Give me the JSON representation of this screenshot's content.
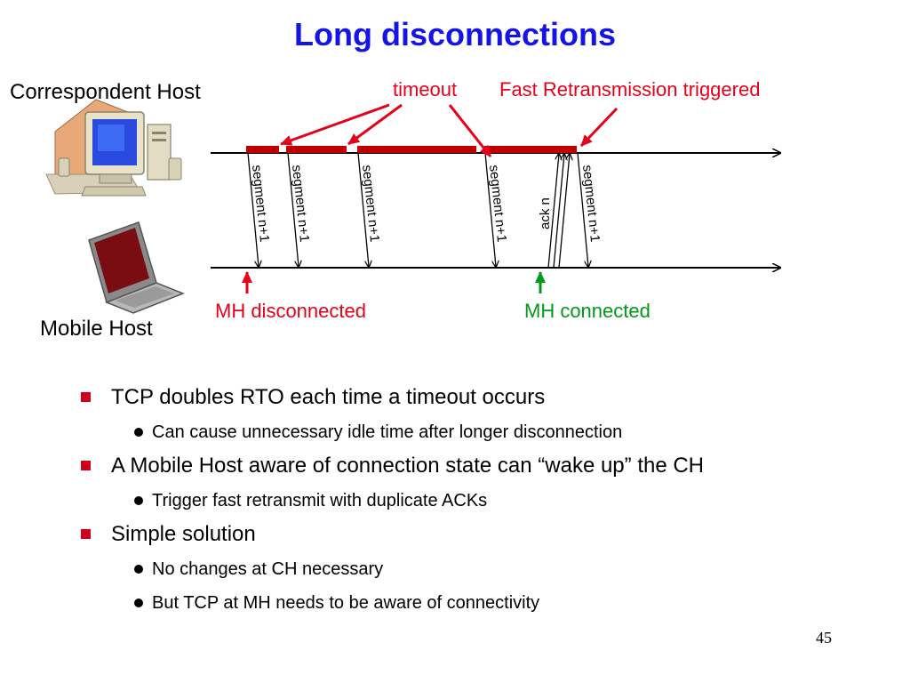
{
  "slide": {
    "title": "Long disconnections",
    "page_number": "45"
  },
  "diagram": {
    "correspondent_host": "Correspondent Host",
    "mobile_host": "Mobile Host",
    "timeout_label": "timeout",
    "fast_retransmission_label": "Fast Retransmission triggered",
    "mh_disconnected": "MH disconnected",
    "mh_connected": "MH connected",
    "segment_labels": [
      "segment n+1",
      "segment n+1",
      "segment n+1",
      "segment n+1",
      "segment n+1"
    ],
    "ack_label": "ack n",
    "colors": {
      "title": "#1414e6",
      "alert": "#e6001a",
      "ok": "#009a1a",
      "timer_bar": "#c00000"
    }
  },
  "bullets": [
    {
      "text": "TCP doubles RTO each time a timeout occurs",
      "sub": [
        "Can cause unnecessary idle time after longer disconnection"
      ]
    },
    {
      "text": "A Mobile Host aware of connection state can “wake up” the CH",
      "sub": [
        "Trigger fast retransmit with duplicate ACKs"
      ]
    },
    {
      "text": "Simple solution",
      "sub": [
        "No changes at CH necessary",
        "But TCP at MH needs to be aware of connectivity"
      ]
    }
  ]
}
